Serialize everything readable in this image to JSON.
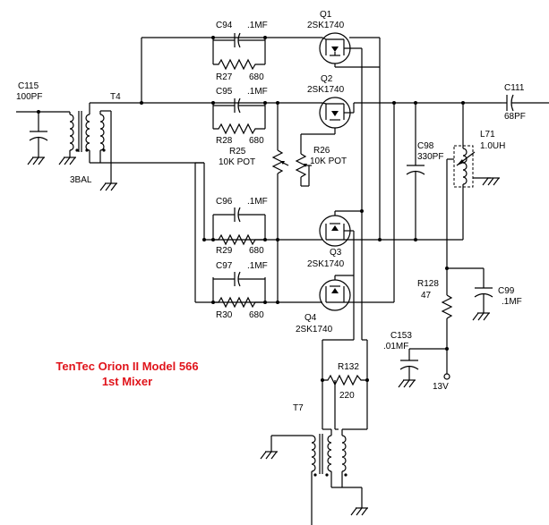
{
  "title": {
    "line1": "TenTec Orion II Model 566",
    "line2": "1st Mixer",
    "color": "#e0141b"
  },
  "components": {
    "c115": {
      "ref": "C115",
      "value": "100PF"
    },
    "t4": {
      "ref": "T4"
    },
    "t4_note": {
      "text": "3BAL"
    },
    "c94": {
      "ref": "C94",
      "value": ".1MF"
    },
    "c95": {
      "ref": "C95",
      "value": ".1MF"
    },
    "c96": {
      "ref": "C96",
      "value": ".1MF"
    },
    "c97": {
      "ref": "C97",
      "value": ".1MF"
    },
    "r27": {
      "ref": "R27",
      "value": "680"
    },
    "r28": {
      "ref": "R28",
      "value": "680"
    },
    "r29": {
      "ref": "R29",
      "value": "680"
    },
    "r30": {
      "ref": "R30",
      "value": "680"
    },
    "r25": {
      "ref": "R25",
      "value": "10K POT"
    },
    "r26": {
      "ref": "R26",
      "value": "10K POT"
    },
    "q1": {
      "ref": "Q1",
      "part": "2SK1740"
    },
    "q2": {
      "ref": "Q2",
      "part": "2SK1740"
    },
    "q3": {
      "ref": "Q3",
      "part": "2SK1740"
    },
    "q4": {
      "ref": "Q4",
      "part": "2SK1740"
    },
    "c111": {
      "ref": "C111",
      "value": "68PF"
    },
    "c98": {
      "ref": "C98",
      "value": "330PF"
    },
    "l71": {
      "ref": "L71",
      "value": "1.0UH"
    },
    "r128": {
      "ref": "R128",
      "value": "47"
    },
    "c99": {
      "ref": "C99",
      "value": ".1MF"
    },
    "c153": {
      "ref": "C153",
      "value": ".01MF"
    },
    "supply": {
      "label": "13V"
    },
    "r132": {
      "ref": "R132",
      "value": "220"
    },
    "t7": {
      "ref": "T7"
    }
  }
}
